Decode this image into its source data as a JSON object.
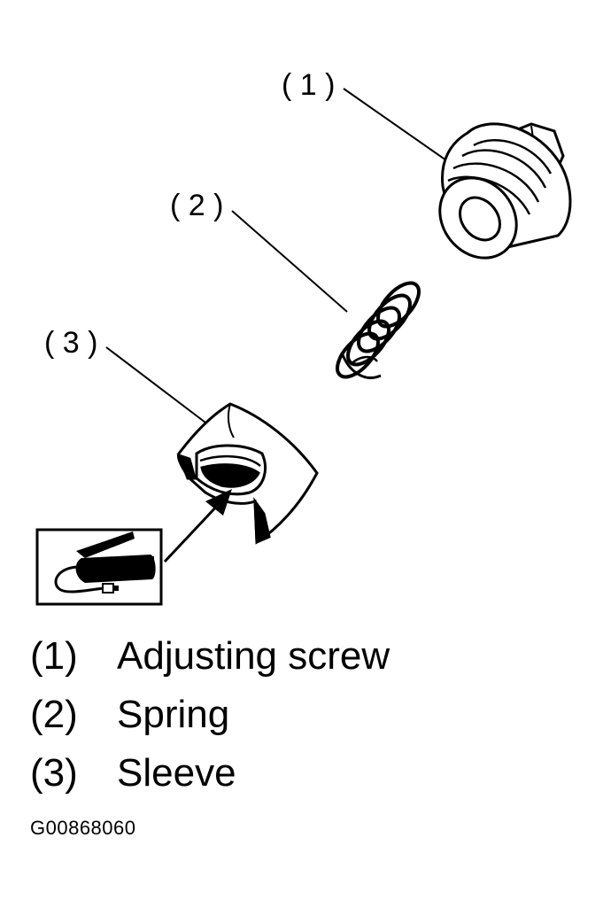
{
  "callouts": [
    {
      "id": 1,
      "text": "( 1 )"
    },
    {
      "id": 2,
      "text": "( 2 )"
    },
    {
      "id": 3,
      "text": "( 3 )"
    }
  ],
  "legend": [
    {
      "number": "(1)",
      "label": "Adjusting screw"
    },
    {
      "number": "(2)",
      "label": "Spring"
    },
    {
      "number": "(3)",
      "label": "Sleeve"
    }
  ],
  "figure_id": "G00868060",
  "icons": {
    "lubricant": "grease-gun-icon"
  },
  "colors": {
    "ink": "#000000",
    "paper": "#ffffff"
  }
}
